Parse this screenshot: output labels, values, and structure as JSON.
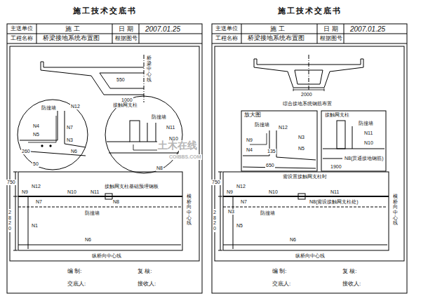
{
  "diagram": {
    "nodes": [
      {
        "text": [
          "施工技术交底书"
        ]
      },
      {
        "text": [
          "施工技术交底书"
        ]
      }
    ],
    "labels": [
      "主送单位",
      "施 工",
      "日 期",
      "2007.01.25",
      "工程名称",
      "桥梁接地系统布置图",
      "根据图号",
      "550",
      "桥梁中心线",
      "1000",
      "防撞墙",
      "N12",
      "N4",
      "N7",
      "N5",
      "N3",
      "N6",
      "260",
      "50",
      "接触网支柱",
      "防撞墙",
      "N11",
      "N10",
      "N8",
      "750",
      "2820",
      "N9",
      "N12",
      "N10",
      "N11",
      "接触网支柱基础预埋钢板",
      "N7",
      "防撞墙",
      "N8",
      "N1",
      "N6",
      "横桥向中心线",
      "纵桥向中心线",
      "编 制:",
      "复 核:",
      "交底人:",
      "接收人:",
      "主送单位",
      "施 工",
      "日 期",
      "2007.01.25",
      "工程名称",
      "桥梁接地系统布置图",
      "根据图号",
      "2000",
      "综合接地系统钢筋布置",
      "放大图",
      "防撞墙",
      "N9",
      "N12",
      "N4",
      "N3",
      "N5",
      "135",
      "650",
      "接触网支柱",
      "防撞墙",
      "N11",
      "N10",
      "N8(贯通接地钢筋)",
      "1900",
      "需设置接触网支柱时",
      "750",
      "2820",
      "N9",
      "N12",
      "N10",
      "N11",
      "N7",
      "N3",
      "N8(需设接触网支柱处)",
      "防撞墙",
      "N5",
      "N6",
      "横桥向中心线",
      "纵桥向中心线",
      "编 制:",
      "复 核:",
      "交底人:",
      "接收人:",
      "土木在线",
      "COIBBS.COM"
    ]
  }
}
